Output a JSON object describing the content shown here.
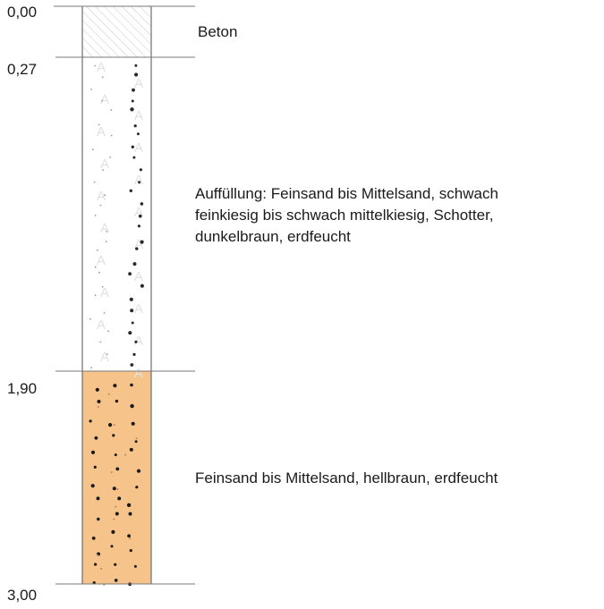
{
  "profile": {
    "depth_markers": [
      "0,00",
      "0,27",
      "1,90",
      "3,00"
    ],
    "layers": [
      {
        "id": "beton",
        "top": 0.0,
        "bottom": 0.27,
        "description": [
          "Beton"
        ],
        "pattern": "hatched-diagonal",
        "fill_color": "#ffffff"
      },
      {
        "id": "auffuellung",
        "top": 0.27,
        "bottom": 1.9,
        "description": [
          "Auffüllung: Feinsand bis Mittelsand, schwach",
          "feinkiesig bis schwach mittelkiesig, Schotter,",
          "dunkelbraun, erdfeucht"
        ],
        "pattern": "fill-A-with-dots",
        "fill_color": "#ffffff"
      },
      {
        "id": "feinsand",
        "top": 1.9,
        "bottom": 3.0,
        "description": [
          "Feinsand bis Mittelsand, hellbraun, erdfeucht"
        ],
        "pattern": "dots",
        "fill_color": "#f6c48a"
      }
    ]
  }
}
